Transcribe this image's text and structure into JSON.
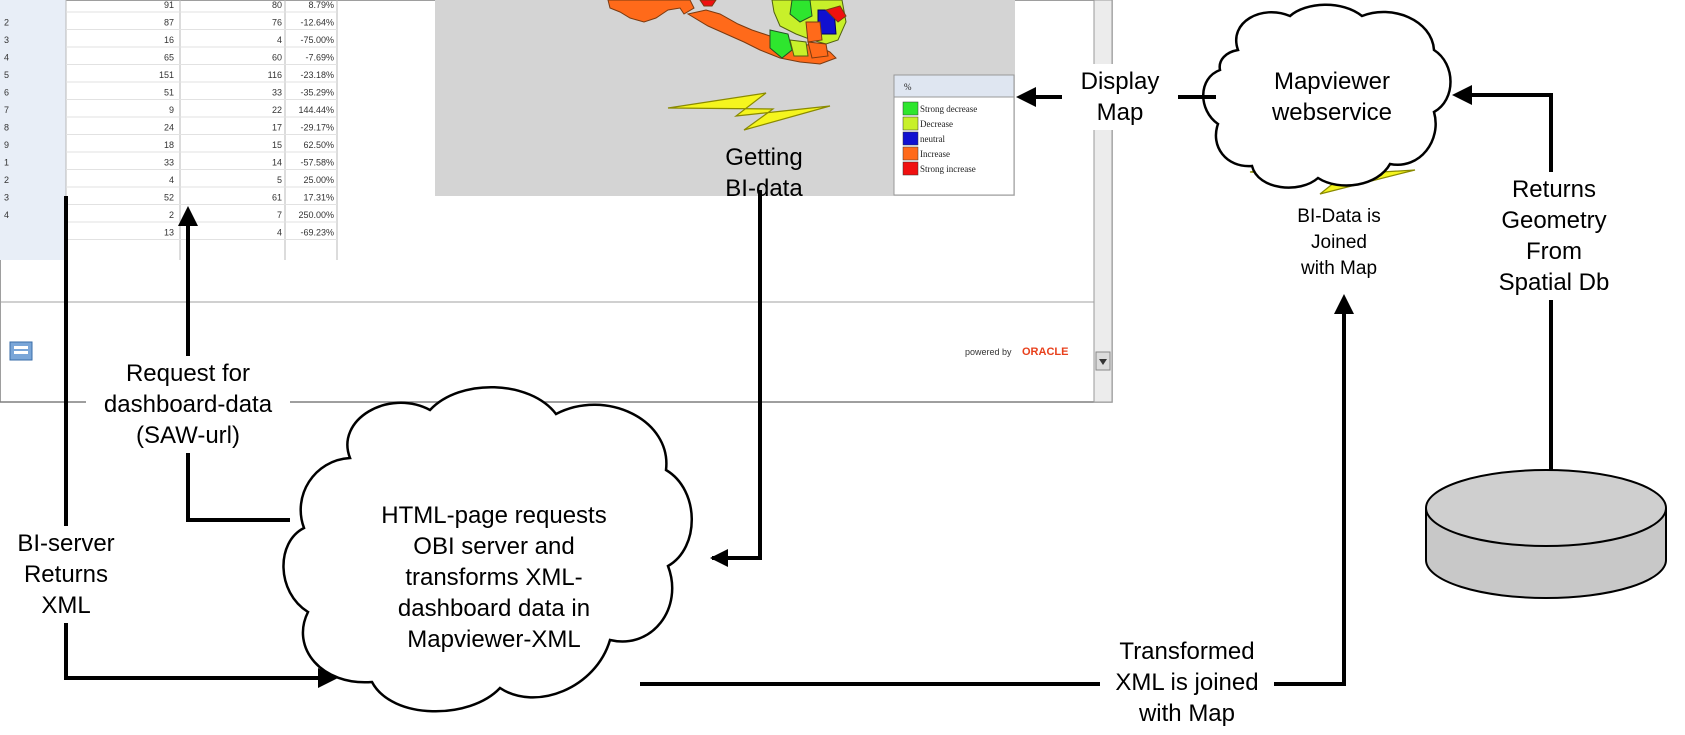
{
  "screenshot": {
    "table_rows": [
      {
        "a": "91",
        "b": "80",
        "c": "8.79%"
      },
      {
        "a": "87",
        "b": "76",
        "c": "-12.64%"
      },
      {
        "a": "16",
        "b": "4",
        "c": "-75.00%"
      },
      {
        "a": "65",
        "b": "60",
        "c": "-7.69%"
      },
      {
        "a": "151",
        "b": "116",
        "c": "-23.18%"
      },
      {
        "a": "51",
        "b": "33",
        "c": "-35.29%"
      },
      {
        "a": "9",
        "b": "22",
        "c": "144.44%"
      },
      {
        "a": "24",
        "b": "17",
        "c": "-29.17%"
      },
      {
        "a": "18",
        "b": "15",
        "c": "62.50%"
      },
      {
        "a": "33",
        "b": "14",
        "c": "-57.58%"
      },
      {
        "a": "4",
        "b": "5",
        "c": "25.00%"
      },
      {
        "a": "52",
        "b": "61",
        "c": "17.31%"
      },
      {
        "a": "2",
        "b": "7",
        "c": "250.00%"
      },
      {
        "a": "13",
        "b": "4",
        "c": "-69.23%"
      }
    ],
    "row_numbers": [
      "",
      "2",
      "3",
      "4",
      "5",
      "6",
      "7",
      "8",
      "9",
      "1",
      "2",
      "3",
      "4",
      ""
    ],
    "legend": {
      "title": "%",
      "items": [
        {
          "label": "Strong decrease",
          "color": "#2ee62e"
        },
        {
          "label": "Decrease",
          "color": "#c8f02a"
        },
        {
          "label": "neutral",
          "color": "#1010d0"
        },
        {
          "label": "Increase",
          "color": "#ff6a1a"
        },
        {
          "label": "Strong increase",
          "color": "#f01010"
        }
      ]
    },
    "powered_by": "powered by",
    "oracle": "ORACLE"
  },
  "labels": {
    "getting_bi_data": [
      "Getting",
      "BI-data"
    ],
    "display_map": [
      "Display",
      "Map"
    ],
    "mapviewer_webservice": [
      "Mapviewer",
      "webservice"
    ],
    "bi_data_joined": [
      "BI-Data is",
      "Joined",
      "with Map"
    ],
    "returns_geometry": [
      "Returns",
      "Geometry",
      "From",
      "Spatial Db"
    ],
    "request_dashboard": [
      "Request for",
      "dashboard-data",
      "(SAW-url)"
    ],
    "bi_server_returns": [
      "BI-server",
      "Returns",
      "XML"
    ],
    "html_page_cloud": [
      "HTML-page requests",
      "OBI server and",
      "transforms XML-",
      "dashboard data in",
      "Mapviewer-XML"
    ],
    "transformed_xml": [
      "Transformed",
      "XML is joined",
      "with Map"
    ]
  },
  "colors": {
    "map_background": "#d4d4d4",
    "lightning": "#f5f51e",
    "database_fill": "#c8c8c8",
    "oracle_red": "#e8401c"
  }
}
